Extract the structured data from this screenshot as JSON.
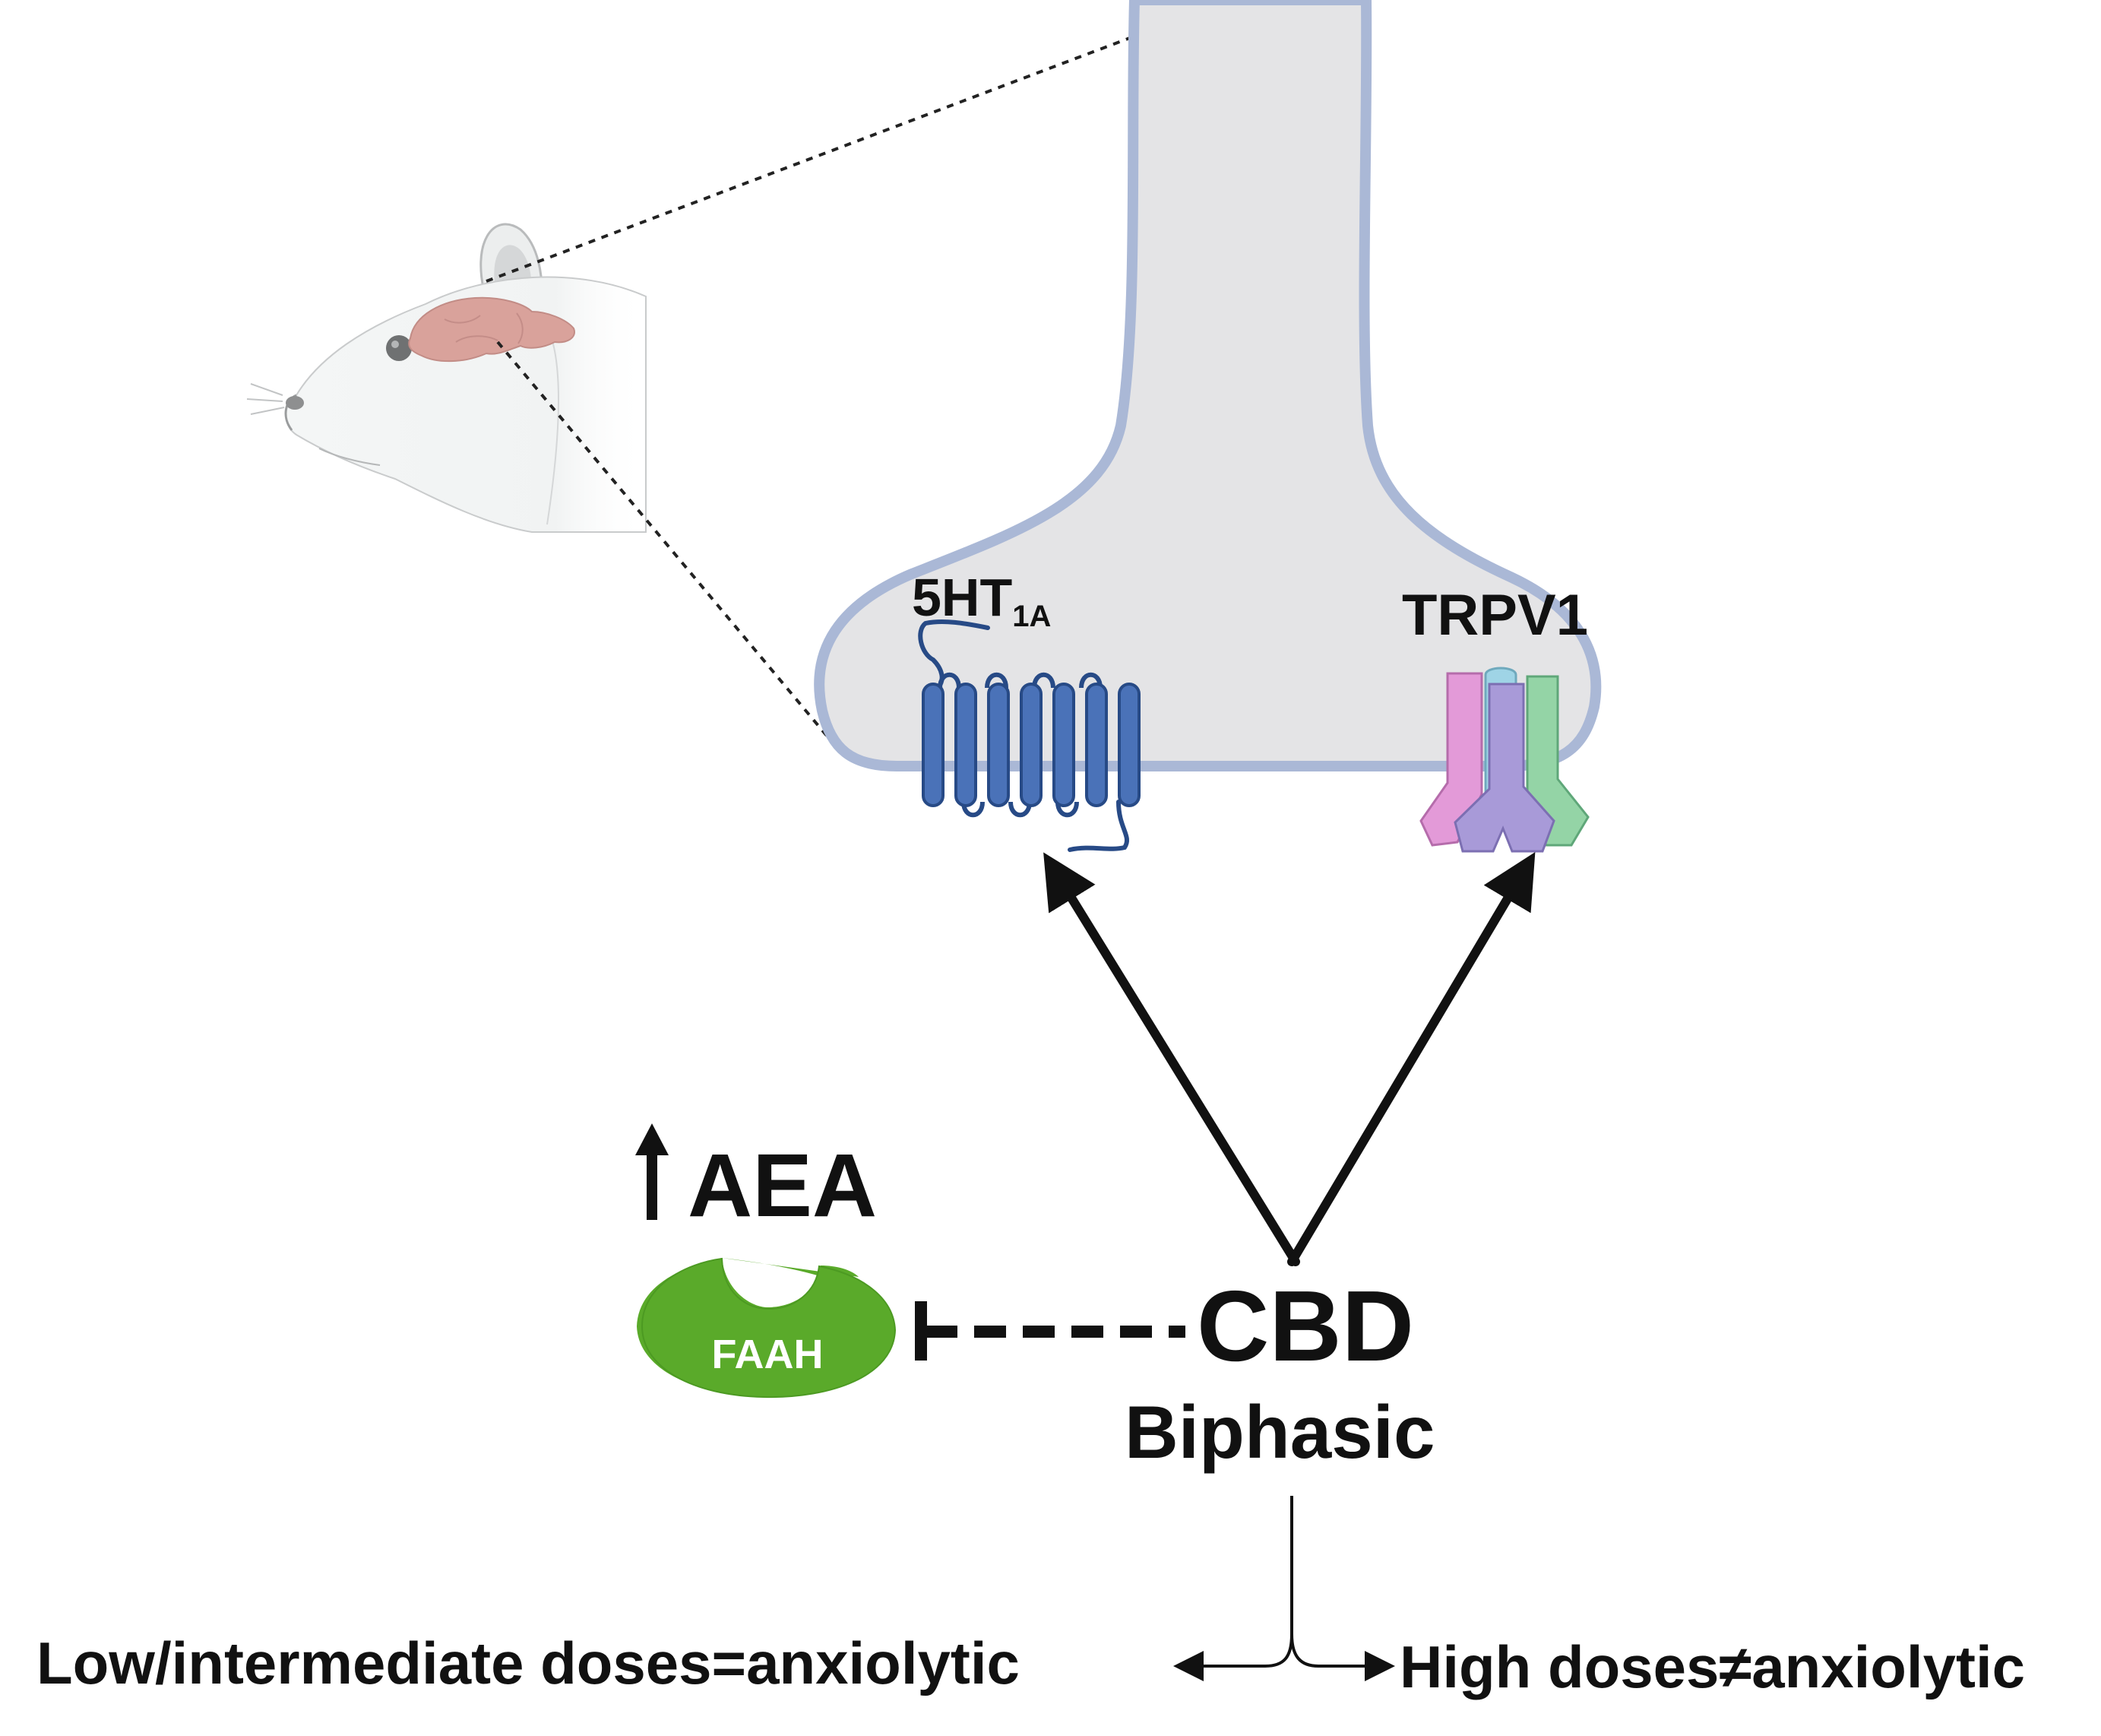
{
  "labels": {
    "receptor_1_main": "5HT",
    "receptor_1_sub": "1A",
    "receptor_2": "TRPV1",
    "aea": "AEA",
    "enzyme": "FAAH",
    "drug": "CBD",
    "effect": "Biphasic",
    "low_dose_outcome": "Low/intermediate doses=anxiolytic",
    "high_dose_outcome": "High doses≠anxiolytic"
  },
  "colors": {
    "neuron_fill": "#e4e4e6",
    "neuron_outline": "#aab8d6",
    "gpcr": "#4a72b8",
    "gpcr_dark": "#274a86",
    "trpv1_pink": "#e39ad8",
    "trpv1_purple": "#a89ad8",
    "trpv1_green": "#94d4a6",
    "trpv1_blue": "#9fd4e6",
    "faah_green": "#5aaa2a",
    "brain_pink": "#d9a29b",
    "arrow": "#111111"
  },
  "icons": {
    "organism": "rat-head-icon",
    "organ": "brain-icon",
    "receptor_1": "gpcr-seven-transmembrane-icon",
    "receptor_2": "ion-channel-icon",
    "enzyme": "enzyme-icon",
    "increase": "up-arrow-icon"
  }
}
